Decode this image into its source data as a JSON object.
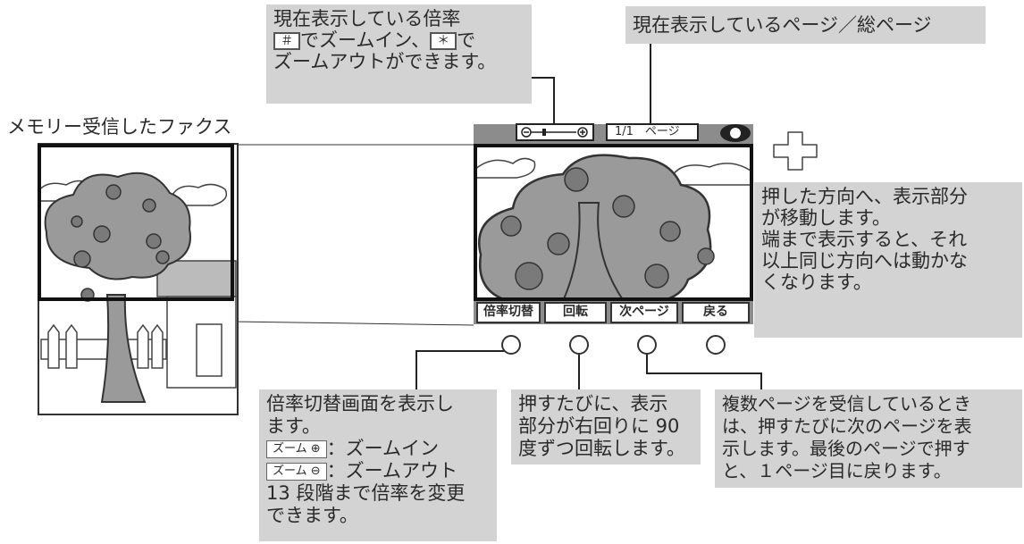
{
  "headings": {
    "received_fax": "メモリー受信したファクス"
  },
  "callouts": {
    "zoom": {
      "line1": "現在表示している倍率",
      "key_zoom_in": "＃",
      "line2": "でズームイン、",
      "key_zoom_out": "＊",
      "line2_end": "で",
      "line3": "ズームアウトができます。"
    },
    "page": {
      "text": "現在表示しているページ／総ページ"
    },
    "move": {
      "lines": [
        "押した方向へ、表示部分",
        "が移動します。",
        "端まで表示すると、それ",
        "以上同じ方向へは動かな",
        "くなります。"
      ]
    },
    "magnification": {
      "line1": "倍率切替画面を表示し",
      "line2": "ます。",
      "zoom_in_key": "ズーム ⊕",
      "zoom_in_text": "：ズームイン",
      "zoom_out_key": "ズーム ⊖",
      "zoom_out_text": "：ズームアウト",
      "line5": "13 段階まで倍率を変更",
      "line6": "できます。"
    },
    "rotate": {
      "lines": [
        "押すたびに、表示",
        "部分が右回りに 90",
        "度ずつ回転します。"
      ]
    },
    "next_page": {
      "lines": [
        "複数ページを受信しているとき",
        "は、押すたびに次のページを表",
        "示します。最後のページで押す",
        "と、１ページ目に戻ります。"
      ]
    }
  },
  "screen": {
    "page_indicator": "1/1　ページ",
    "buttons": [
      "倍率切替",
      "回転",
      "次ページ",
      "戻る"
    ]
  }
}
